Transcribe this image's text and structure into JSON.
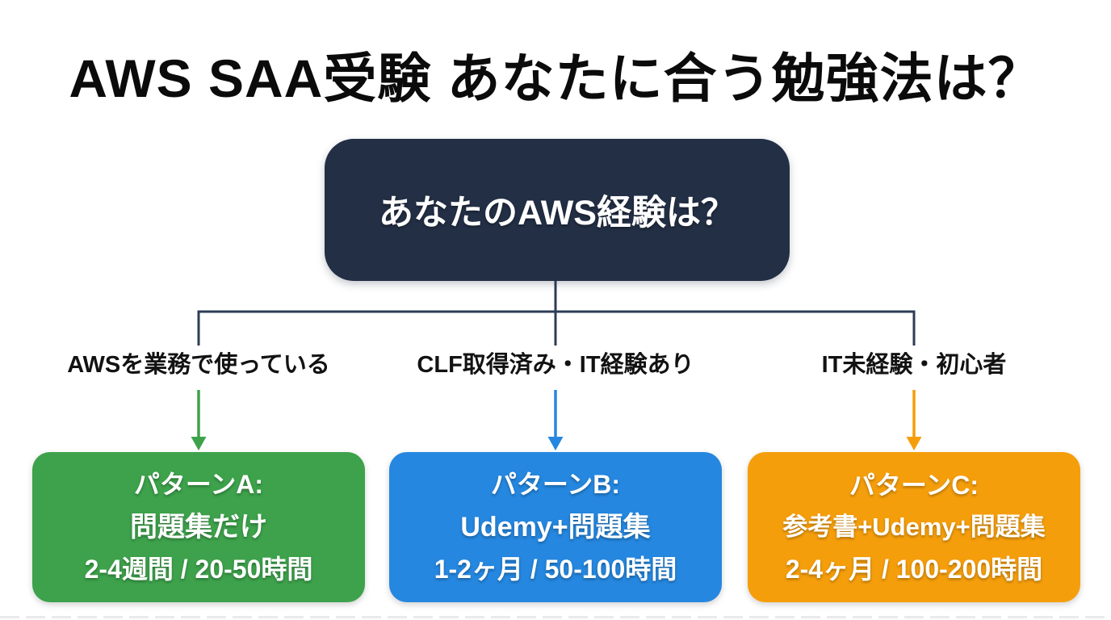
{
  "title": "AWS SAA受験 あなたに合う勉強法は？",
  "root_node": {
    "label": "あなたのAWS経験は？"
  },
  "branches": [
    {
      "condition": "AWSを業務で使っている",
      "pattern_name": "パターンA:",
      "method": "問題集だけ",
      "duration": "2-4週間 / 20-50時間"
    },
    {
      "condition": "CLF取得済み・IT経験あり",
      "pattern_name": "パターンB:",
      "method": "Udemy+問題集",
      "duration": "1-2ヶ月 / 50-100時間"
    },
    {
      "condition": "IT未経験・初心者",
      "pattern_name": "パターンC:",
      "method": "参考書+Udemy+問題集",
      "duration": "2-4ヶ月 / 100-200時間"
    }
  ],
  "colors": {
    "background": "#ffffff",
    "title_text": "#0b0b0b",
    "root_box": "#232f45",
    "connector": "#2d3c55",
    "green": "#3da24b",
    "blue": "#2587df",
    "orange": "#f59e0b",
    "box_text": "#ffffff"
  }
}
